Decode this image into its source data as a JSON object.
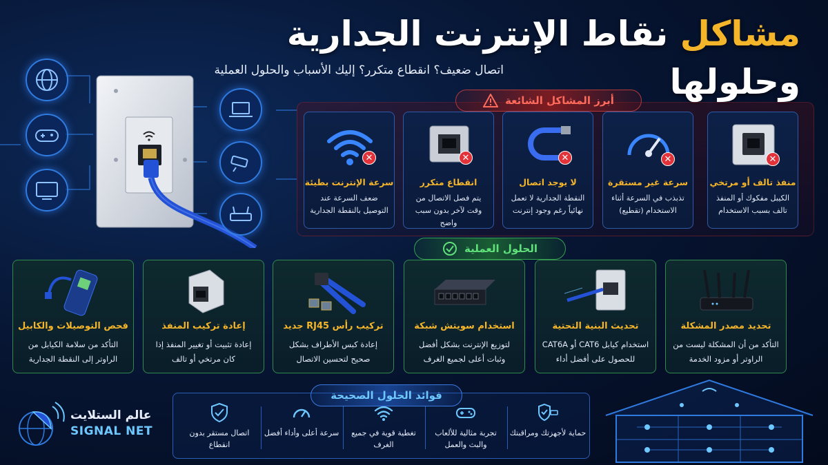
{
  "header": {
    "title_highlight": "مشاكل",
    "title_rest": "نقاط الإنترنت الجدارية وحلولها",
    "subtitle": "اتصال ضعيف؟ انقطاع متكرر؟ إليك الأسباب والحلول العملية"
  },
  "problems": {
    "section_title": "أبرز المشاكل الشائعة",
    "items": [
      {
        "title": "منفذ تالف أو مرتخي",
        "desc": "الكيبل مفكوك أو المنفذ تالف بسبب الاستخدام",
        "icon": "wall-port-icon"
      },
      {
        "title": "سرعة غير مستقرة",
        "desc": "تذبذب في السرعة أثناء الاستخدام (تقطيع)",
        "icon": "speedometer-icon"
      },
      {
        "title": "لا يوجد اتصال",
        "desc": "النقطة الجدارية لا تعمل نهائياً رغم وجود إنترنت",
        "icon": "broken-cable-icon"
      },
      {
        "title": "انقطاع متكرر",
        "desc": "يتم فصل الاتصال من وقت لآخر بدون سبب واضح",
        "icon": "ethernet-port-icon"
      },
      {
        "title": "سرعة الإنترنت بطيئة",
        "desc": "ضعف السرعة عند التوصيل بالنقطة الجدارية",
        "icon": "wifi-icon"
      }
    ]
  },
  "solutions": {
    "section_title": "الحلول العملية",
    "items": [
      {
        "title": "تحديد مصدر المشكلة",
        "desc": "التأكد من أن المشكلة ليست من الراوتر أو مزود الخدمة",
        "icon": "router-icon"
      },
      {
        "title": "تحديث البنية التحتية",
        "desc": "استخدام كيابل CAT6 أو CAT6A للحصول على أفضل أداء",
        "icon": "wall-socket-icon"
      },
      {
        "title": "استخدام سويتش شبكة",
        "desc": "لتوزيع الإنترنت بشكل أفضل وثبات أعلى لجميع الغرف",
        "icon": "network-switch-icon"
      },
      {
        "title": "تركيب رأس RJ45 جديد",
        "desc": "إعادة كبس الأطراف بشكل صحيح لتحسين الاتصال",
        "icon": "crimp-tool-icon"
      },
      {
        "title": "إعادة تركيب المنفذ",
        "desc": "إعادة تثبيت أو تغيير المنفذ إذا كان مرتخي أو تالف",
        "icon": "keystone-jack-icon"
      },
      {
        "title": "فحص التوصيلات والكابيل",
        "desc": "التأكد من سلامة الكيابل من الراوتر إلى النقطة الجدارية",
        "icon": "cable-tester-icon"
      }
    ]
  },
  "benefits": {
    "section_title": "فوائد الحلول الصحيحة",
    "items": [
      {
        "label": "حماية لأجهزتك ومراقبتك",
        "icon": "shield-camera-icon"
      },
      {
        "label": "تجربة مثالية للألعاب والبث والعمل",
        "icon": "gamepad-icon"
      },
      {
        "label": "تغطية قوية في جميع الغرف",
        "icon": "wifi-icon"
      },
      {
        "label": "سرعة أعلى وأداء أفضل",
        "icon": "speedometer-icon"
      },
      {
        "label": "اتصال مستقر بدون انقطاع",
        "icon": "shield-check-icon"
      }
    ]
  },
  "brand": {
    "name_ar": "عالم الستلايت",
    "name_en": "SIGNAL NET"
  },
  "colors": {
    "accent_gold": "#f5b52a",
    "problem_red": "#ff6b5a",
    "solution_green": "#5fe07a",
    "benefit_blue": "#6ec8ff"
  }
}
